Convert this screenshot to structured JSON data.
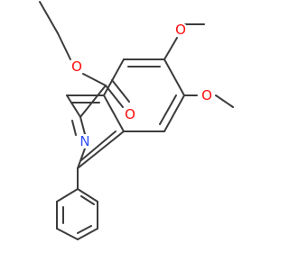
{
  "molecule": {
    "atoms": {
      "o_ester_single": "O",
      "o_ester_carbonyl": "O",
      "n_ring": "N",
      "o_methoxy_6": "O",
      "o_methoxy_7": "O"
    },
    "colors": {
      "bond": "#3c3c3c",
      "oxygen": "#ff0d0d",
      "nitrogen": "#3050f8"
    }
  }
}
